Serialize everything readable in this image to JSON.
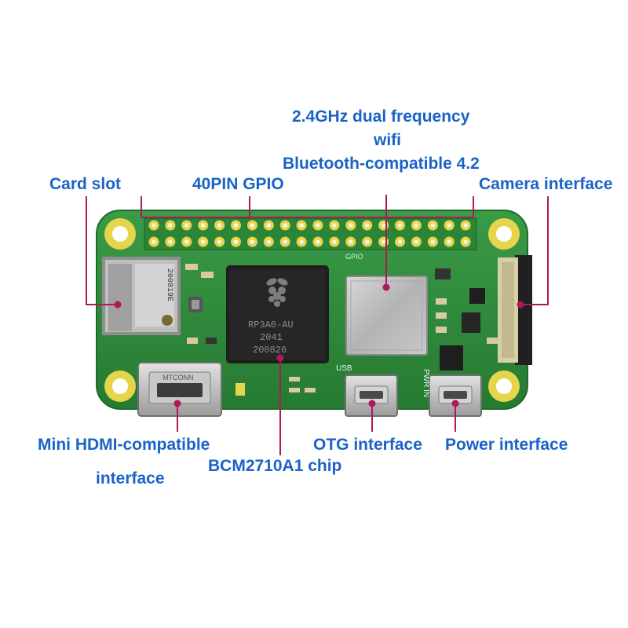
{
  "labels": {
    "wifi_line1": "2.4GHz dual frequency",
    "wifi_line2": "wifi",
    "wifi_line3": "Bluetooth-compatible 4.2",
    "card_slot": "Card slot",
    "gpio": "40PIN GPIO",
    "camera": "Camera interface",
    "hdmi_line1": "Mini HDMI-compatible",
    "hdmi_line2": "interface",
    "chip": "BCM2710A1 chip",
    "otg": "OTG interface",
    "power": "Power interface"
  },
  "board_marks": {
    "gpio": "GPIO",
    "soc_line1": "RP3A0-AU",
    "soc_line2": "2041",
    "soc_line3": "200826",
    "hdmi_brand": "MTCONN",
    "usb": "USB",
    "pwr_in": "PWR IN",
    "sd_code": "200819E"
  },
  "colors": {
    "label_text": "#1a63c7",
    "leader_line": "#b0185a",
    "pcb": "#2f8a3c",
    "pads": "#e8d84a"
  }
}
